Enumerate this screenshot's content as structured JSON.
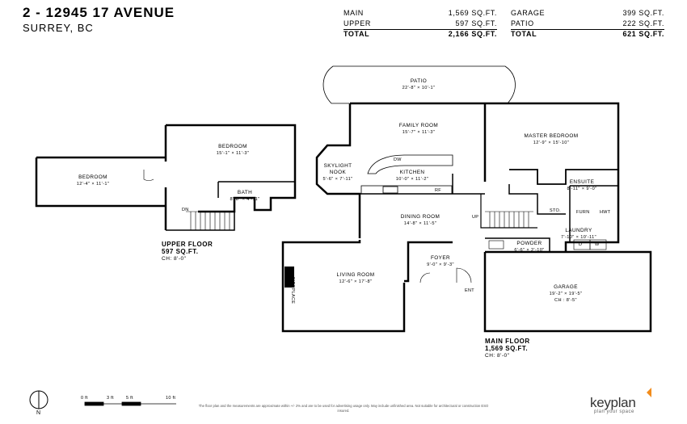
{
  "header": {
    "address": "2 - 12945 17 AVENUE",
    "city": "SURREY, BC"
  },
  "areas": {
    "left": [
      {
        "label": "MAIN",
        "value": "1,569 SQ.FT."
      },
      {
        "label": "UPPER",
        "value": "597 SQ.FT."
      },
      {
        "label": "TOTAL",
        "value": "2,166 SQ.FT."
      }
    ],
    "right": [
      {
        "label": "GARAGE",
        "value": "399 SQ.FT."
      },
      {
        "label": "PATIO",
        "value": "222 SQ.FT."
      },
      {
        "label": "TOTAL",
        "value": "621 SQ.FT."
      }
    ]
  },
  "rooms": {
    "patio": {
      "name": "PATIO",
      "dim": "22'-8\" × 10'-1\""
    },
    "family": {
      "name": "FAMILY ROOM",
      "dim": "15'-7\" × 11'-3\""
    },
    "master": {
      "name": "MASTER BEDROOM",
      "dim": "12'-9\" × 15'-10\""
    },
    "skylight": {
      "name": "SKYLIGHT NOOK",
      "line1": "SKYLIGHT",
      "line2": "NOOK",
      "dim": "5'-6\" × 7'-11\""
    },
    "kitchen": {
      "name": "KITCHEN",
      "dim": "10'-0\" × 11'-2\""
    },
    "ensuite": {
      "name": "ENSUITE",
      "dim": "8'-11\" × 9'-0\""
    },
    "dining": {
      "name": "DINING ROOM",
      "dim": "14'-8\" × 11'-5\""
    },
    "laundry": {
      "name": "LAUNDRY",
      "dim": "7'-10\" × 10'-11\""
    },
    "powder": {
      "name": "POWDER",
      "dim": "6'-6\" × 2'-10\""
    },
    "foyer": {
      "name": "FOYER",
      "dim": "9'-0\" × 9'-3\""
    },
    "living": {
      "name": "LIVING ROOM",
      "dim": "12'-6\" × 17'-8\""
    },
    "garage": {
      "name": "GARAGE",
      "dim": "19'-2\" × 19'-5\"",
      "ceiling": "CH : 8'-5\""
    },
    "bedroom_upper": {
      "name": "BEDROOM",
      "dim": "15'-1\" × 11'-3\""
    },
    "bedroom_left": {
      "name": "BEDROOM",
      "dim": "12'-4\" × 11'-1\""
    },
    "bath": {
      "name": "BATH",
      "dim": "8'-8\" × 4'-11\""
    }
  },
  "small_labels": {
    "up": "UP",
    "dn": "DN",
    "sto": "STO.",
    "furn": "FURN",
    "hwt": "HWT",
    "ent": "ENT",
    "fireplace": "FIREPLACE",
    "dw": "DW",
    "rf": "RF",
    "d": "D",
    "w": "W"
  },
  "floors": {
    "upper": {
      "title": "UPPER FLOOR",
      "area": "597 SQ.FT.",
      "ceiling": "CH: 8'-0\""
    },
    "main": {
      "title": "MAIN FLOOR",
      "area": "1,569 SQ.FT.",
      "ceiling": "CH: 8'-0\""
    }
  },
  "compass": {
    "label": "N"
  },
  "scale": {
    "ticks": [
      "0 ft",
      "3 ft",
      "5 ft",
      "10 ft"
    ]
  },
  "disclaimer": "The floor plan and the measurements are approximate within +/- 2% and are to be used for advertising usage only. May include unfinished area. Not suitable for architectural or construction ESO insured.",
  "brand": {
    "name": "keyplan",
    "tagline": "plan your space",
    "accent": "#f28c1c"
  }
}
